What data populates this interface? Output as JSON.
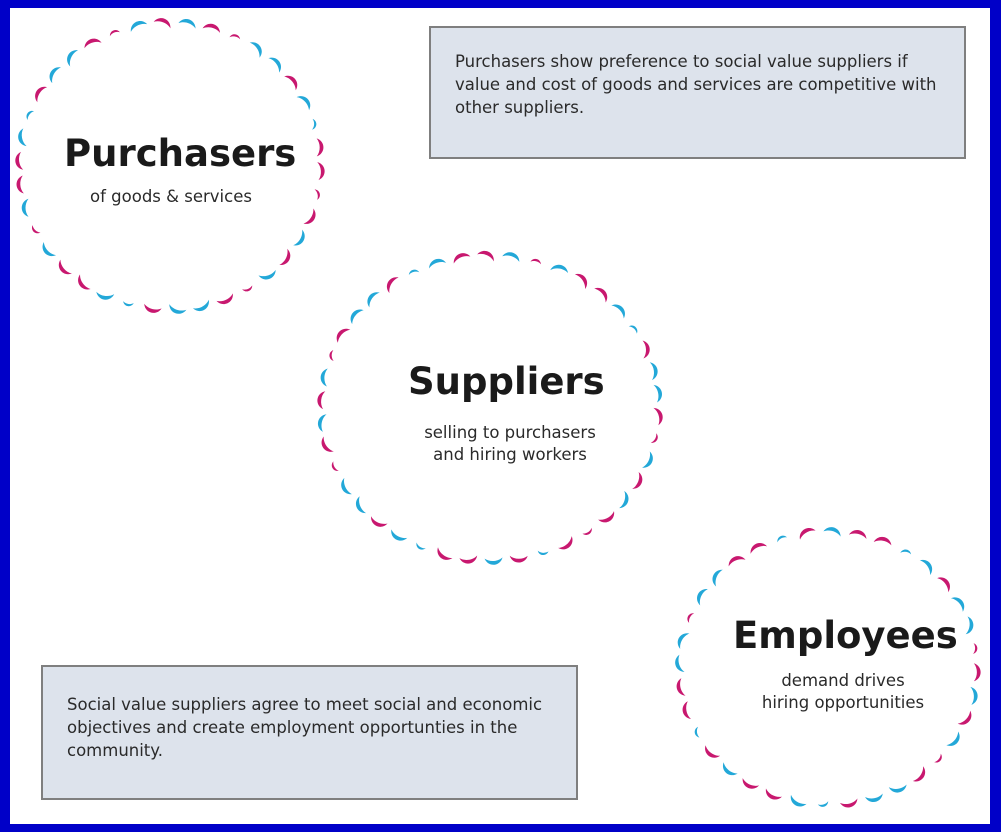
{
  "colors": {
    "frame": "#0000c8",
    "background": "#ffffff",
    "box_fill": "#dde3ec",
    "box_border": "#7f7f7f",
    "petal_pink": "#c8186f",
    "petal_blue": "#23a8d8"
  },
  "notes": {
    "top": "Purchasers show preference to social value suppliers if value and cost of goods and services are competitive with other suppliers.",
    "bottom": "Social value suppliers agree to meet social and economic objectives and create employment opportunties in the community."
  },
  "nodes": {
    "purchasers": {
      "title": "Purchasers",
      "subtitle": "of goods & services"
    },
    "suppliers": {
      "title": "Suppliers",
      "subtitle": "selling to purchasers\nand hiring workers"
    },
    "employees": {
      "title": "Employees",
      "subtitle": "demand drives\nhiring opportunities"
    }
  }
}
